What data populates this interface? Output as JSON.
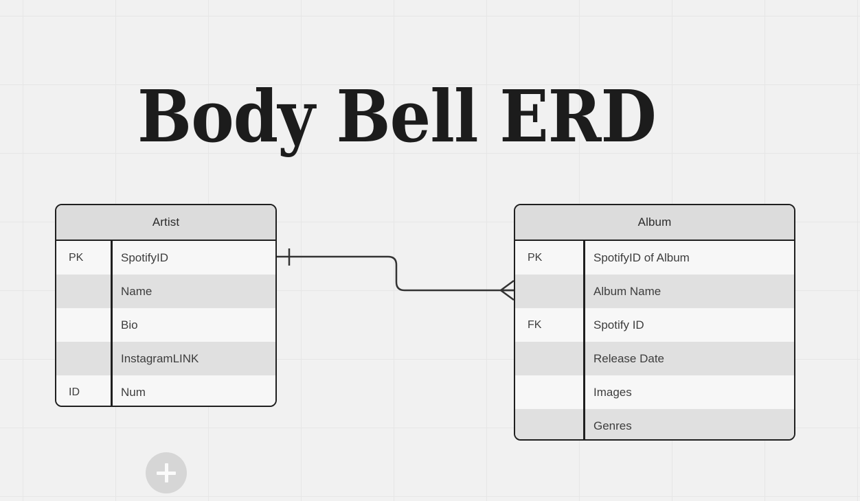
{
  "diagram": {
    "title": "Body Bell ERD",
    "background_color": "#f1f1f1",
    "grid_line_color": "#e6e6e6",
    "entity_border_color": "#1f1f1f",
    "header_fill": "#dcdcdc",
    "row_stripe_fill": "#e0e0e0",
    "row_plain_fill": "#f7f7f7",
    "text_color": "#3d3d3d",
    "connector_color": "#333333"
  },
  "entities": [
    {
      "name": "Artist",
      "rows": [
        {
          "key": "PK",
          "attribute": "SpotifyID",
          "shaded": false
        },
        {
          "key": "",
          "attribute": "Name",
          "shaded": true
        },
        {
          "key": "",
          "attribute": "Bio",
          "shaded": false
        },
        {
          "key": "",
          "attribute": "InstagramLINK",
          "shaded": true
        },
        {
          "key": "ID",
          "attribute": "Num",
          "shaded": false
        }
      ]
    },
    {
      "name": "Album",
      "rows": [
        {
          "key": "PK",
          "attribute": "SpotifyID of Album",
          "shaded": false
        },
        {
          "key": "",
          "attribute": "Album Name",
          "shaded": true
        },
        {
          "key": "FK",
          "attribute": "Spotify ID",
          "shaded": false
        },
        {
          "key": "",
          "attribute": "Release Date",
          "shaded": true
        },
        {
          "key": "",
          "attribute": "Images",
          "shaded": false
        },
        {
          "key": "",
          "attribute": "Genres",
          "shaded": true
        }
      ]
    }
  ],
  "relationship": {
    "from_entity": "Artist",
    "to_entity": "Album",
    "from_cardinality": "one",
    "to_cardinality": "many",
    "notation": "crows-foot"
  },
  "toolbar": {
    "add_button_label": "+",
    "add_button_icon": "plus-icon"
  }
}
